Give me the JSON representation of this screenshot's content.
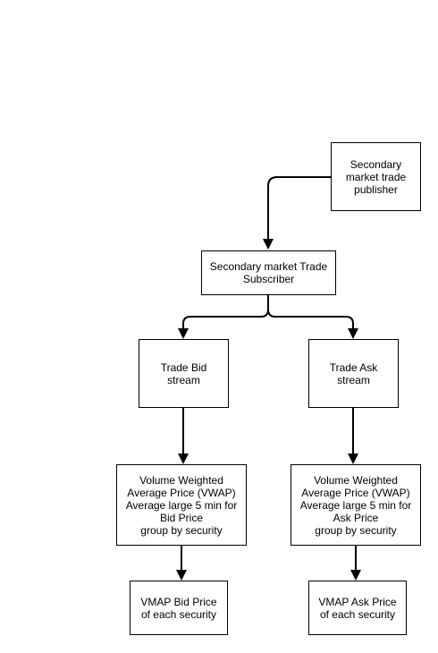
{
  "nodes": {
    "publisher": "Secondary\nmarket trade\npublisher",
    "subscriber": "Secondary market Trade\nSubscriber",
    "bid_stream": "Trade Bid stream",
    "ask_stream": "Trade Ask\nstream",
    "vwap_bid": "Volume Weighted\nAverage Price (VWAP)\nAverage large 5 min for\nBid Price\ngroup by security",
    "vwap_ask": "Volume Weighted\nAverage Price (VWAP)\nAverage large 5 min for\nAsk Price\ngroup by security",
    "bid_result": "VMAP Bid Price\nof each security",
    "ask_result": "VMAP Ask Price\nof each security"
  },
  "colors": {
    "stroke": "#000000",
    "fill": "#ffffff"
  }
}
